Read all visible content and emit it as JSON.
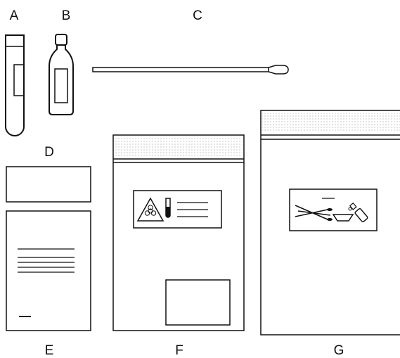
{
  "labels": {
    "a": "A",
    "b": "B",
    "c": "C",
    "d": "D",
    "e": "E",
    "f": "F",
    "g": "G"
  },
  "icons": {
    "biohazard": "biohazard-icon",
    "test_tube": "test-tube-icon",
    "swabs": "crossed-swabs-icon",
    "bowl": "collection-cup-icon",
    "vial": "vial-icon"
  },
  "colors": {
    "stroke": "#111111",
    "background": "#ffffff"
  }
}
